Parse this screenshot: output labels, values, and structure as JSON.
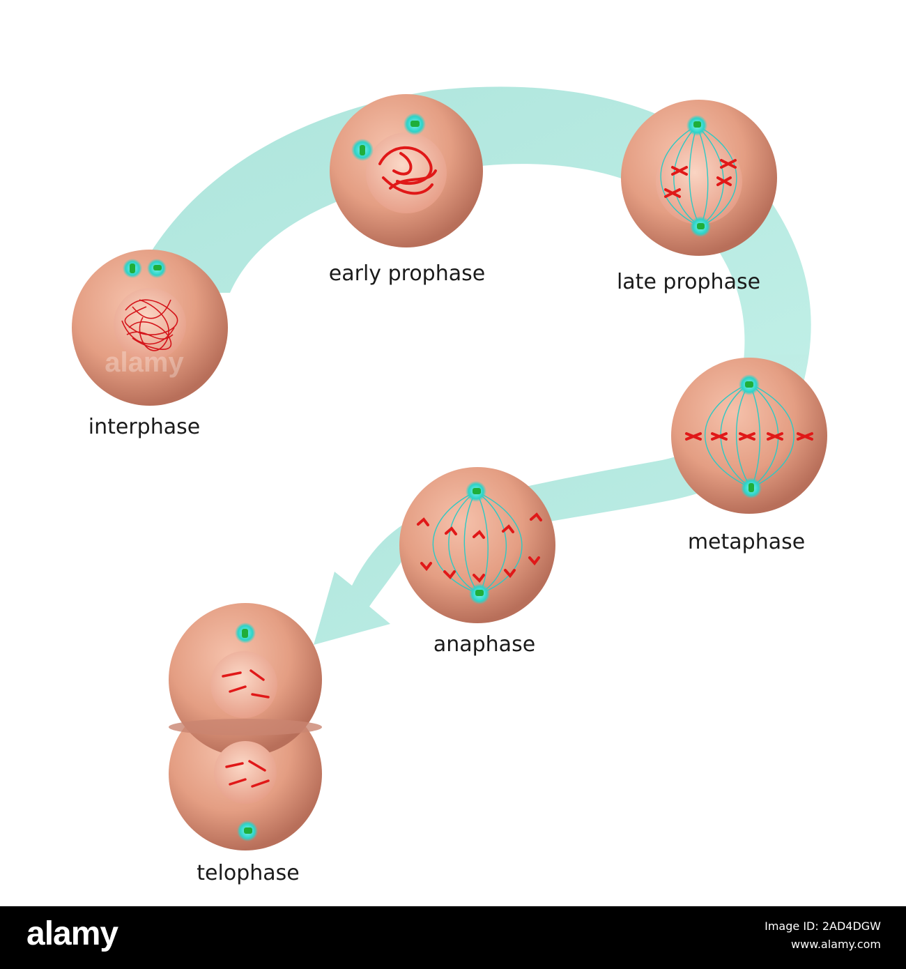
{
  "stages": [
    {
      "id": "interphase",
      "label": "interphase"
    },
    {
      "id": "early-prophase",
      "label": "early prophase"
    },
    {
      "id": "late-prophase",
      "label": "late prophase"
    },
    {
      "id": "metaphase",
      "label": "metaphase"
    },
    {
      "id": "anaphase",
      "label": "anaphase"
    },
    {
      "id": "telophase",
      "label": "telophase"
    }
  ],
  "footer": {
    "brand": "alamy",
    "image_id_line": "Image ID: 2AD4DGW",
    "website": "www.alamy.com"
  },
  "watermark": "alamy",
  "colors": {
    "cell": "#e8a58a",
    "nucleus": "#f2b9a3",
    "chromosome": "#e02020",
    "spindle": "#2cc9c4",
    "centrosome_glow": "#3de0d4",
    "centriole": "#1fae3a",
    "flow_arrow": "#a8e6da",
    "footer_bg": "#000000"
  },
  "icons": [
    "cell-icon",
    "centrosome-icon",
    "chromosome-icon",
    "flow-arrow-icon"
  ]
}
